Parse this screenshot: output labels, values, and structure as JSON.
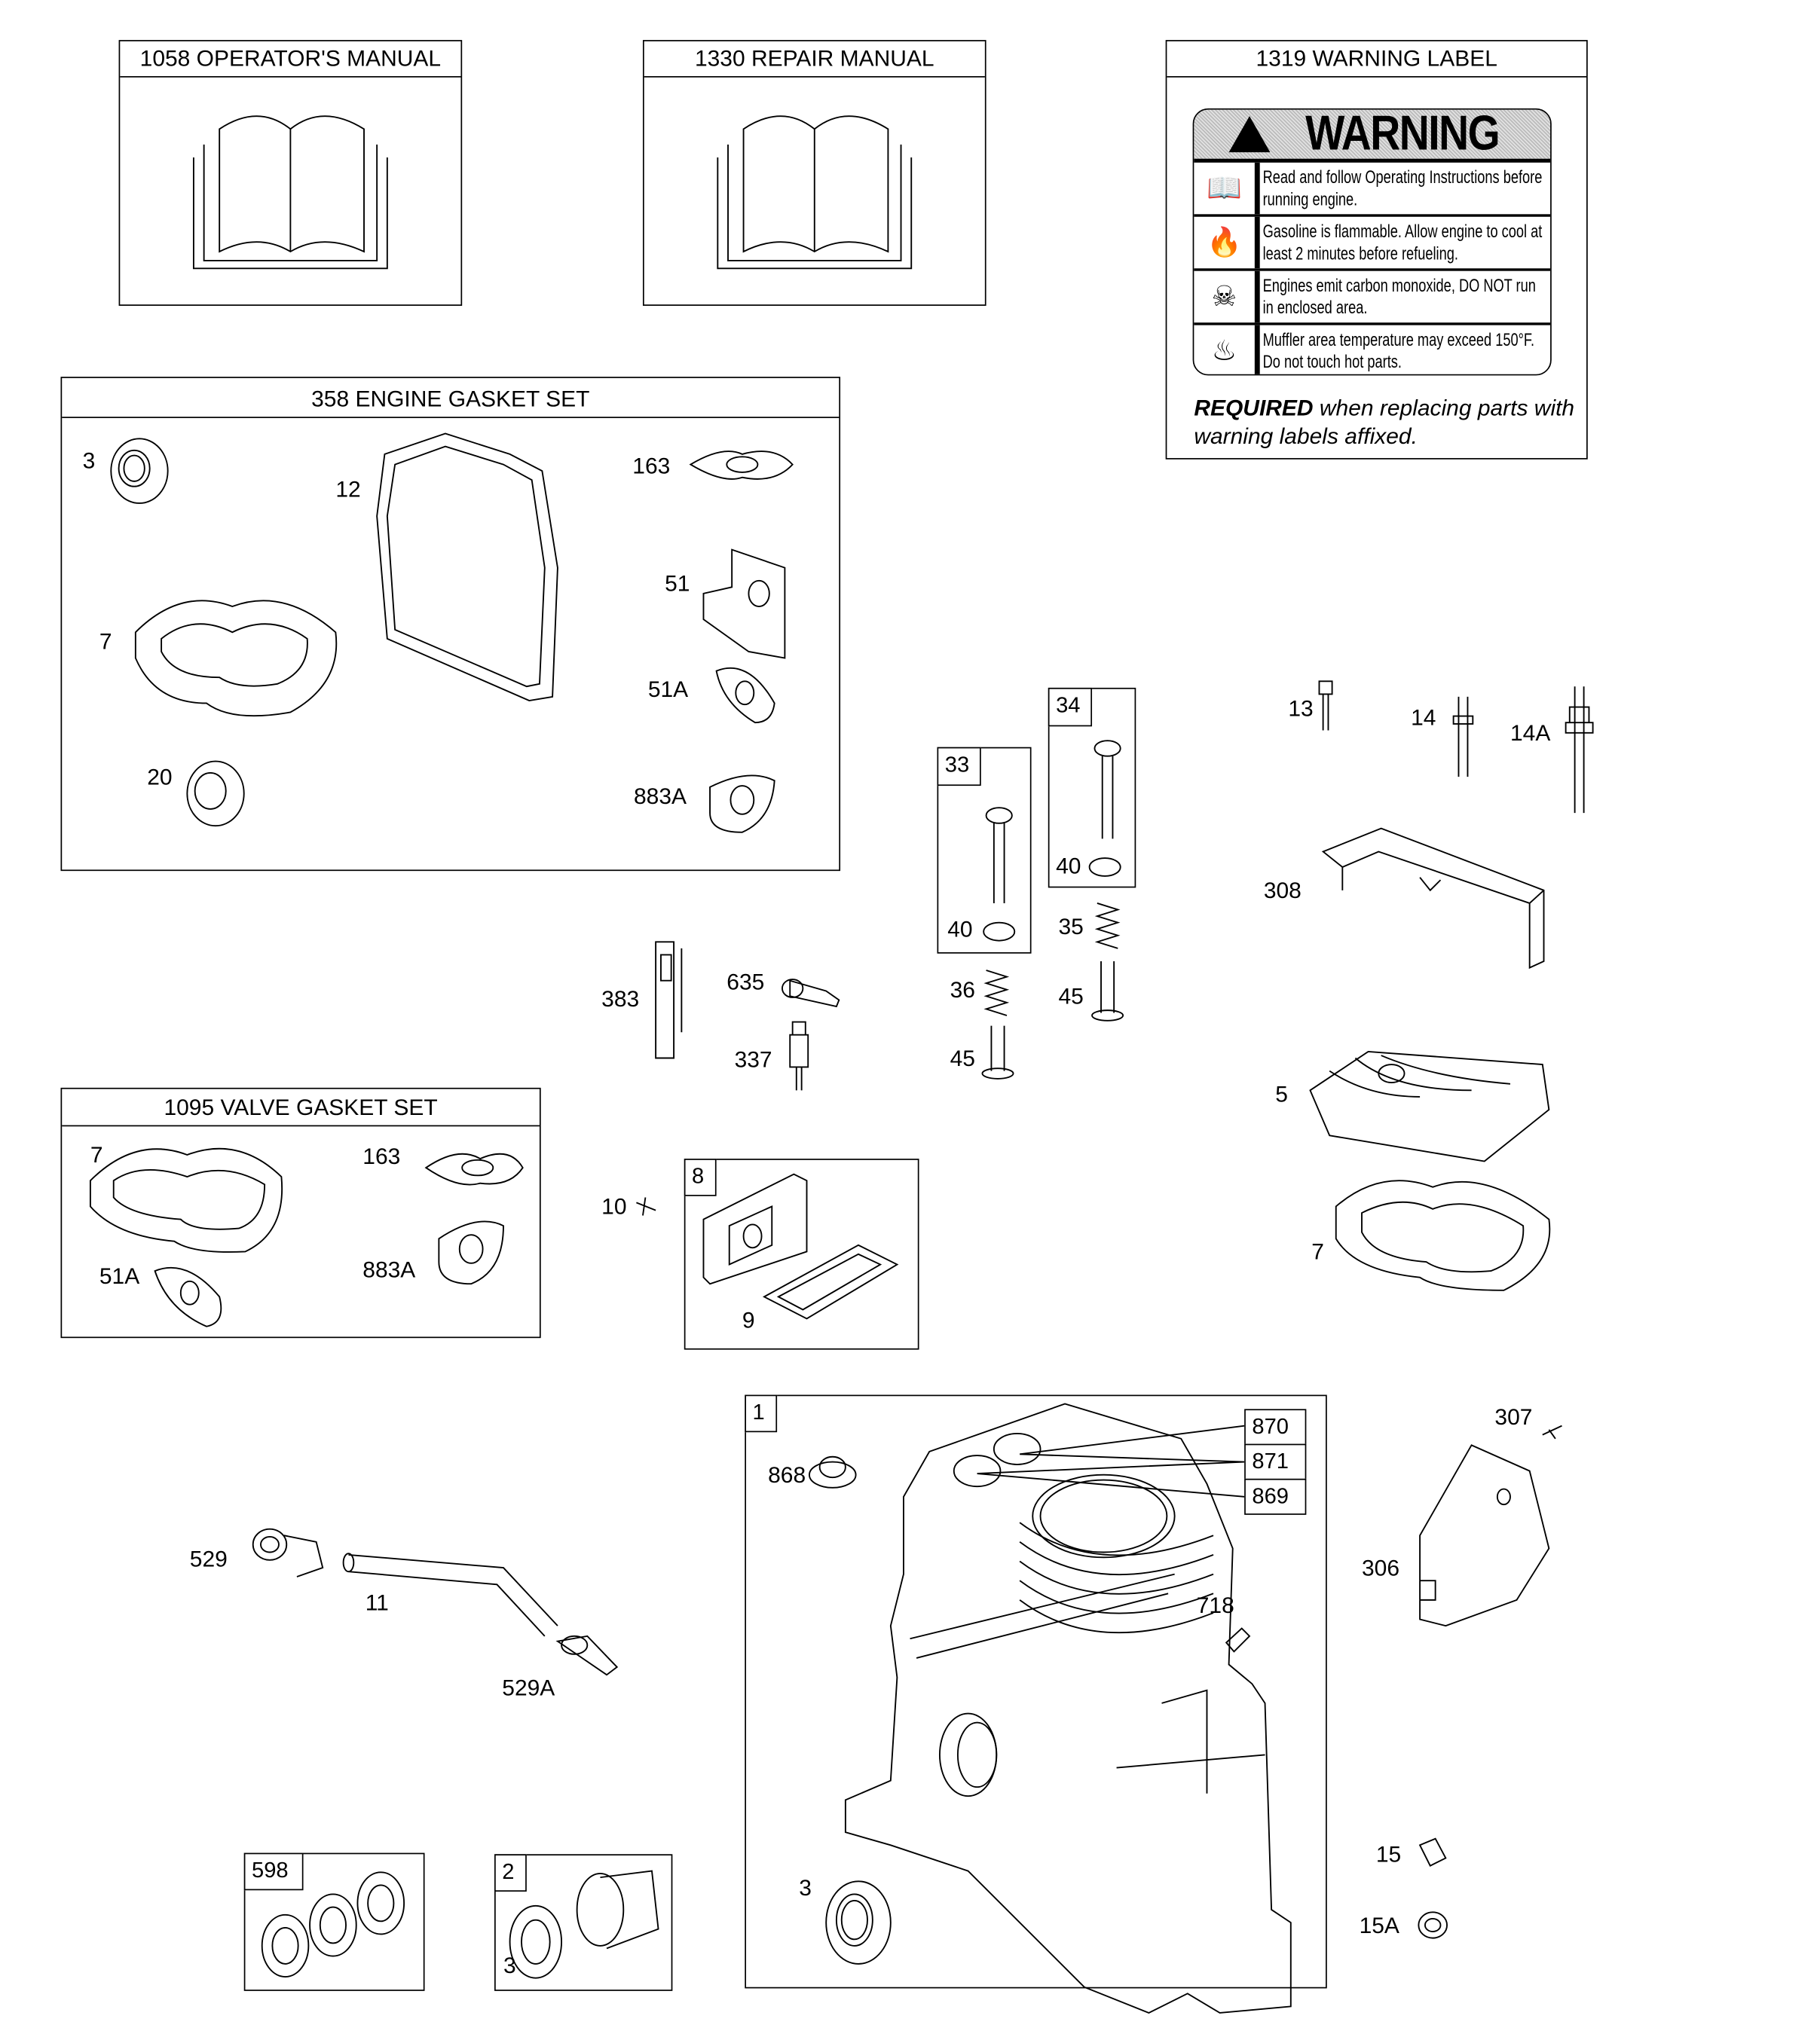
{
  "kits": {
    "operators_manual": "1058 OPERATOR'S MANUAL",
    "repair_manual": "1330 REPAIR MANUAL",
    "warning_label": "1319 WARNING LABEL",
    "engine_gasket_set": "358 ENGINE GASKET SET",
    "valve_gasket_set": "1095 VALVE GASKET SET"
  },
  "warning": {
    "heading": "WARNING",
    "rows": [
      {
        "icon": "book-icon",
        "text": "Read and follow Operating Instructions before running engine."
      },
      {
        "icon": "flame-icon",
        "text": "Gasoline is flammable. Allow engine to cool at least 2 minutes before refueling."
      },
      {
        "icon": "carbon-monoxide-icon",
        "text": "Engines emit carbon monoxide, DO NOT run in enclosed area."
      },
      {
        "icon": "hot-surface-icon",
        "text": "Muffler area temperature may exceed 150°F.  Do not touch hot parts."
      }
    ],
    "required_bold": "REQUIRED",
    "required_text": " when replacing parts with warning labels affixed."
  },
  "tags": {
    "valve_33": "33",
    "valve_34": "34",
    "breather_8": "8",
    "block_1": "1",
    "k598": "598",
    "k2": "2",
    "t870": "870",
    "t871": "871",
    "t869": "869"
  },
  "callouts": [
    "3",
    "12",
    "163",
    "7",
    "51",
    "51A",
    "20",
    "883A",
    "13",
    "14",
    "14A",
    "308",
    "383",
    "635",
    "337",
    "40",
    "36",
    "45",
    "40",
    "35",
    "45",
    "5",
    "7",
    "10",
    "9",
    "7",
    "163",
    "51A",
    "883A",
    "868",
    "718",
    "307",
    "306",
    "529",
    "11",
    "529A",
    "15",
    "15A",
    "3",
    "3"
  ]
}
